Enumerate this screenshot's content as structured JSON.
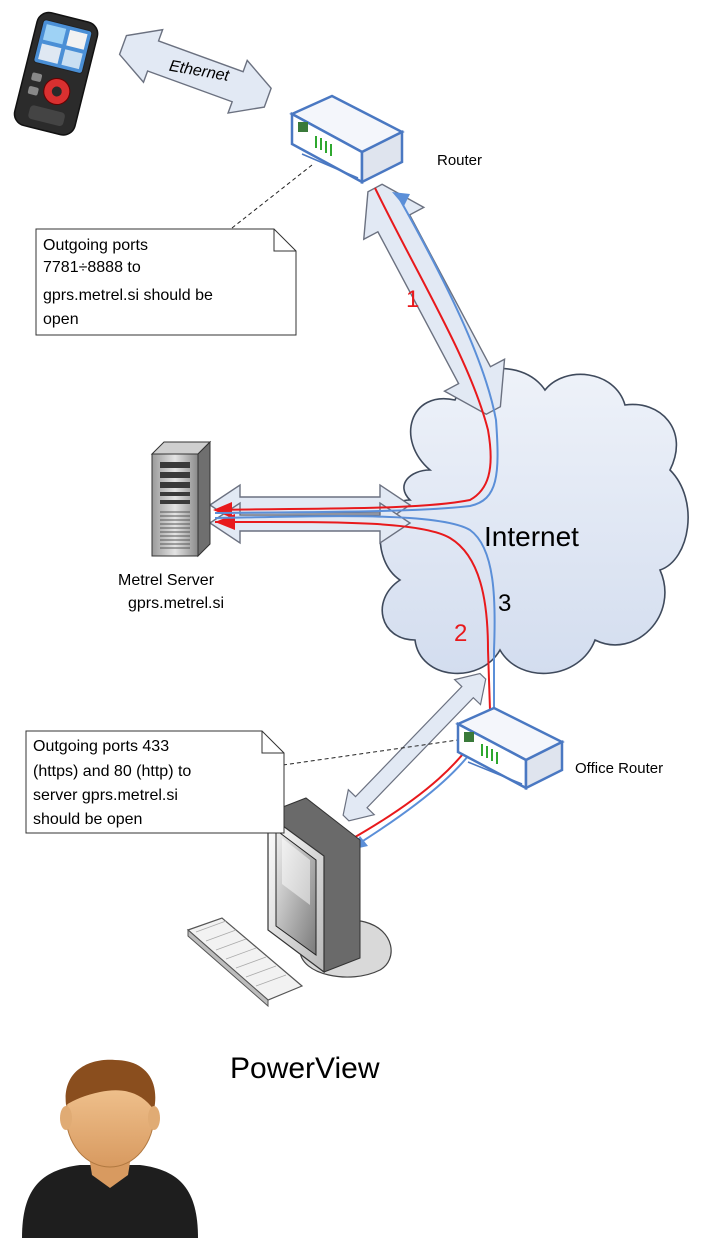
{
  "labels": {
    "ethernet": "Ethernet",
    "router": "Router",
    "office_router": "Office Router",
    "internet": "Internet",
    "server_name": "Metrel Server",
    "server_host": "gprs.metrel.si",
    "powerview": "PowerView",
    "path_1": "1",
    "path_2": "2",
    "path_3": "3"
  },
  "notes": {
    "top": [
      "Outgoing ports",
      "7781÷8888 to",
      "gprs.metrel.si should be",
      "open"
    ],
    "bottom": [
      "Outgoing ports 433",
      "(https) and 80 (http) to",
      "server gprs.metrel.si",
      "should be open"
    ]
  },
  "colors": {
    "path_red": "#e8191c",
    "path_blue": "#5b8fd8",
    "arrow_fill": "#e2e9f4",
    "arrow_stroke": "#6b7180",
    "cloud_fill": "#dfe7f4",
    "router_blue": "#4a78c2"
  }
}
